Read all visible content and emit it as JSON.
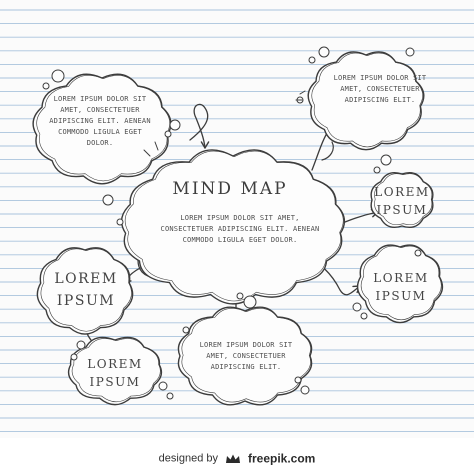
{
  "main_bubble": {
    "title": "MIND MAP",
    "lines": [
      "LOREM IPSUM DOLOR SIT AMET,",
      "CONSECTETUER ADIPISCING ELIT. AENEAN",
      "COMMODO LIGULA EGET DOLOR."
    ]
  },
  "top_left_bubble": {
    "lines": [
      "LOREM IPSUM DOLOR SIT",
      "AMET, CONSECTETUER",
      "ADIPISCING ELIT. AENEAN",
      "COMMODO LIGULA EGET",
      "DOLOR."
    ]
  },
  "top_right_bubble": {
    "lines": [
      "LOREM IPSUM DOLOR SIT",
      "AMET, CONSECTETUER",
      "ADIPISCING ELIT."
    ]
  },
  "right_upper_bubble": {
    "lines": [
      "LOREM",
      "IPSUM"
    ]
  },
  "right_lower_bubble": {
    "lines": [
      "LOREM",
      "IPSUM"
    ]
  },
  "left_bubble": {
    "lines": [
      "LOREM",
      "IPSUM"
    ]
  },
  "bottom_left_bubble": {
    "lines": [
      "LOREM",
      "IPSUM"
    ]
  },
  "bottom_center_bubble": {
    "lines": [
      "LOREM IPSUM DOLOR SIT",
      "AMET, CONSECTETUER",
      "ADIPISCING ELIT."
    ]
  },
  "footer": {
    "prefix": "designed by",
    "brand": "freepik.com",
    "logo_icon": "freepik-crown-icon"
  },
  "colors": {
    "paper": "#fbfbfb",
    "ruled_line": "#a9c3dd",
    "ink": "#3c3c3c"
  }
}
